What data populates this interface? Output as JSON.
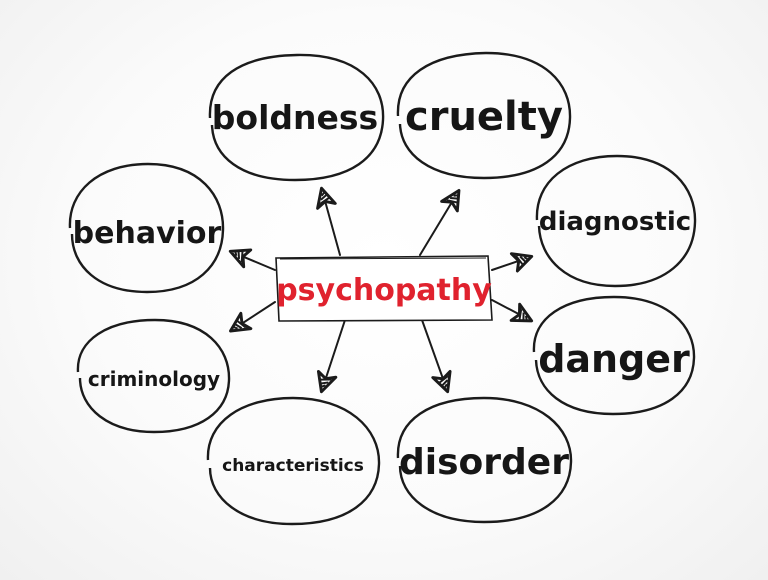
{
  "diagram": {
    "center": {
      "label": "psychopathy",
      "color": "#e0222e"
    },
    "nodes": [
      {
        "id": "boldness",
        "label": "boldness"
      },
      {
        "id": "cruelty",
        "label": "cruelty"
      },
      {
        "id": "behavior",
        "label": "behavior"
      },
      {
        "id": "diagnostic",
        "label": "diagnostic"
      },
      {
        "id": "criminology",
        "label": "criminology"
      },
      {
        "id": "danger",
        "label": "danger"
      },
      {
        "id": "characteristics",
        "label": "characteristics"
      },
      {
        "id": "disorder",
        "label": "disorder"
      }
    ],
    "line_color": "#1b1b1b"
  }
}
